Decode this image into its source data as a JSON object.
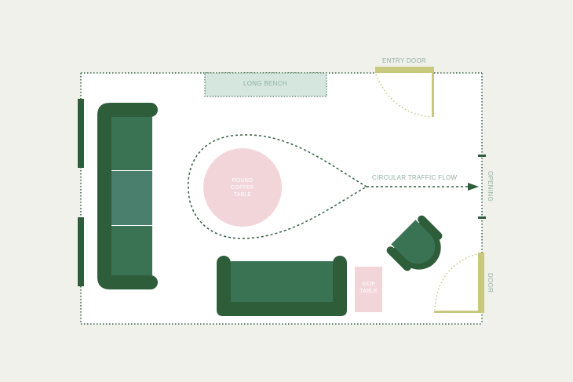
{
  "diagram": {
    "type": "floor-plan",
    "title": "Living room furniture layout with circular traffic flow",
    "colors": {
      "background": "#f1f1ec",
      "room_floor": "#ffffff",
      "wall_dotted": "#2e5e3e",
      "sofa_frame": "#2e5d3a",
      "sofa_cushion": "#3a7353",
      "sofa_cushion_accent": "#4a7f6e",
      "table_pink": "#f2d5d9",
      "bench_fill": "#d5e6df",
      "door_olive": "#c8c87e",
      "label_green": "#8fb0a0"
    }
  },
  "labels": {
    "long_bench": "LONG BENCH",
    "entry_door": "ENTRY DOOR",
    "round_table_line1": "ROUND",
    "round_table_line2": "COFFEE",
    "round_table_line3": "TABLE",
    "traffic_flow": "CIRCULAR TRAFFIC FLOW",
    "opening": "OPENING",
    "door": "DOOR",
    "side_table_line1": "SIDE",
    "side_table_line2": "TABLE"
  },
  "elements": [
    {
      "id": "room",
      "label": "Room boundary"
    },
    {
      "id": "long-bench",
      "label": "LONG BENCH"
    },
    {
      "id": "entry-door",
      "label": "ENTRY DOOR"
    },
    {
      "id": "left-sofa",
      "label": "Sectional sofa (3 cushions)"
    },
    {
      "id": "round-coffee-table",
      "label": "ROUND COFFEE TABLE"
    },
    {
      "id": "traffic-flow",
      "label": "CIRCULAR TRAFFIC FLOW"
    },
    {
      "id": "opening",
      "label": "OPENING"
    },
    {
      "id": "armchair",
      "label": "Armchair"
    },
    {
      "id": "bottom-sofa",
      "label": "Loveseat"
    },
    {
      "id": "side-table",
      "label": "SIDE TABLE"
    },
    {
      "id": "door",
      "label": "DOOR"
    },
    {
      "id": "windows",
      "label": "Left wall windows"
    }
  ]
}
